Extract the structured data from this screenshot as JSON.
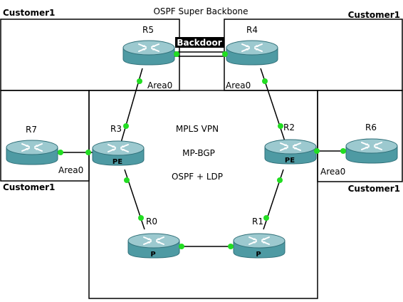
{
  "colors": {
    "router_top": "#9cc9cf",
    "router_body": "#4e9aa3",
    "router_dark": "#2f6f78",
    "link_dot": "#22dd22",
    "backdoor_bg": "#000000",
    "box_line": "#000000"
  },
  "title": "OSPF Super Backbone",
  "backdoor": "Backdoor",
  "customer_labels": {
    "top_left": "Customer1",
    "top_right": "Customer1",
    "bottom_left": "Customer1",
    "bottom_right": "Customer1"
  },
  "center_text": {
    "line1": "MPLS VPN",
    "line2": "MP-BGP",
    "line3": "OSPF + LDP"
  },
  "routers": {
    "r5": {
      "name": "R5",
      "role": "",
      "icon": "router-icon"
    },
    "r4": {
      "name": "R4",
      "role": "",
      "icon": "router-icon"
    },
    "r3": {
      "name": "R3",
      "role": "PE",
      "icon": "router-icon"
    },
    "r2": {
      "name": "R2",
      "role": "PE",
      "icon": "router-icon"
    },
    "r7": {
      "name": "R7",
      "role": "",
      "icon": "router-icon"
    },
    "r6": {
      "name": "R6",
      "role": "",
      "icon": "router-icon"
    },
    "r0": {
      "name": "R0",
      "role": "P",
      "icon": "router-icon"
    },
    "r1": {
      "name": "R1",
      "role": "P",
      "icon": "router-icon"
    }
  },
  "area_labels": {
    "r5_r3": "Area0",
    "r4_r2": "Area0",
    "r7_r3": "Area0",
    "r2_r6": "Area0"
  }
}
